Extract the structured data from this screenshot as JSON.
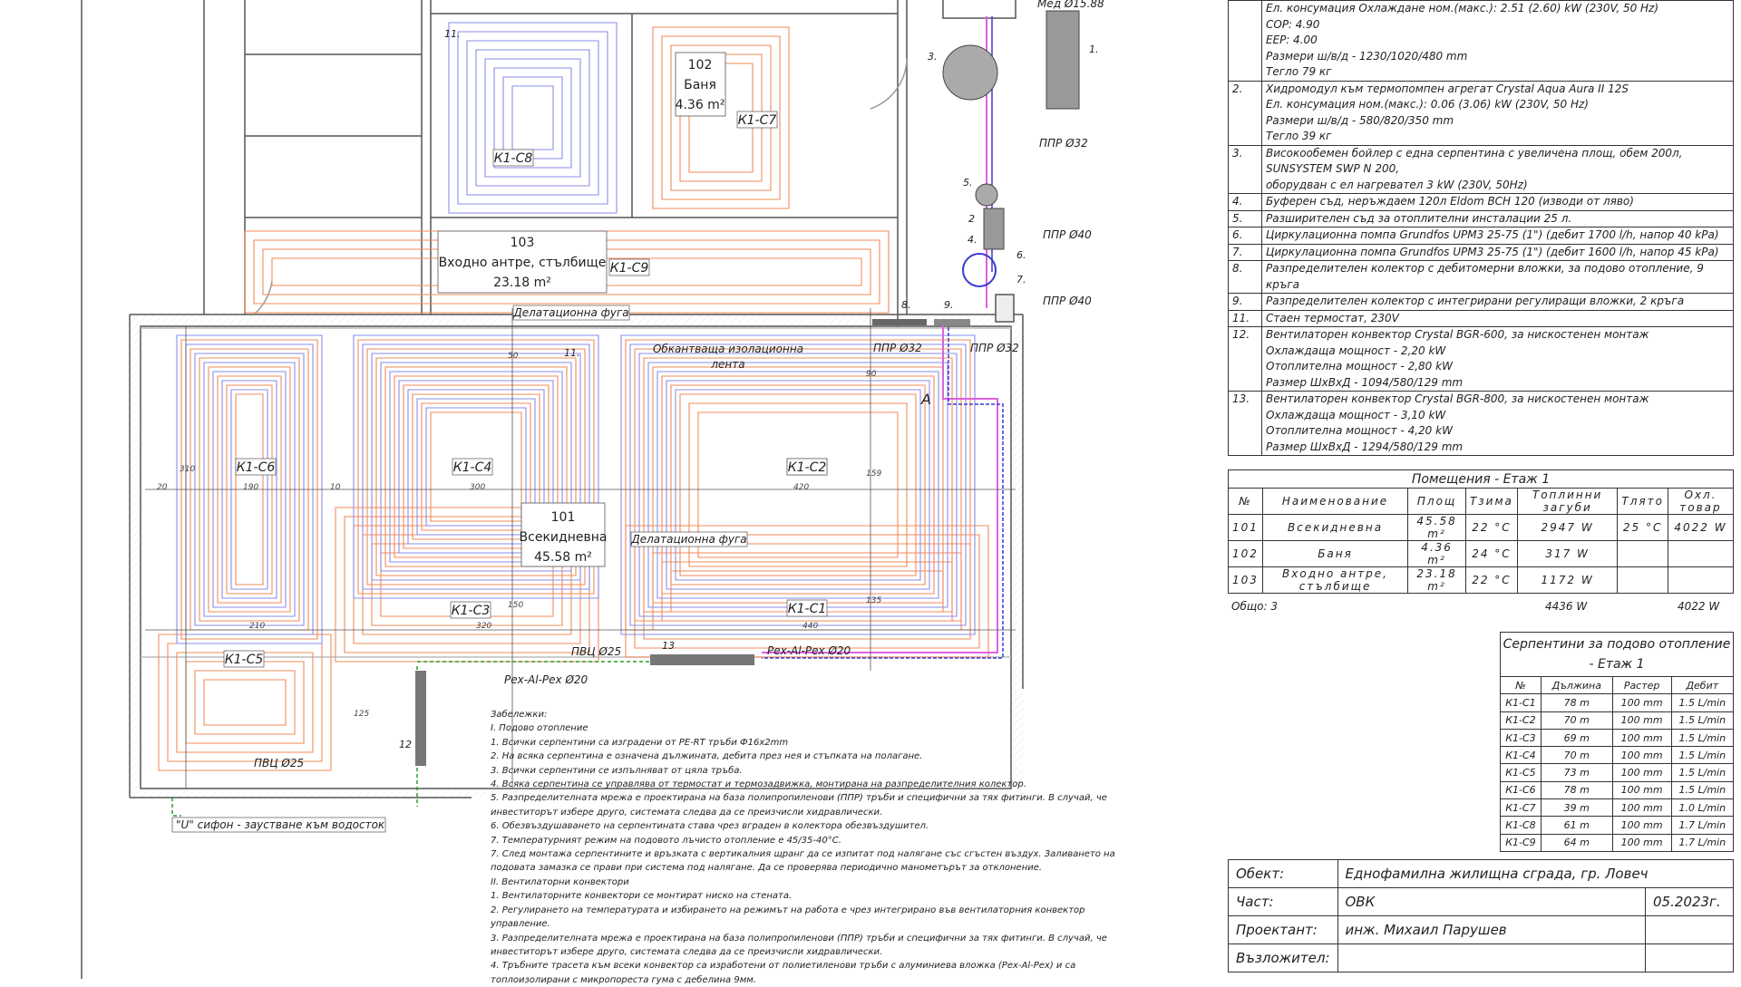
{
  "plan": {
    "rooms": [
      {
        "number": "101",
        "name": "Всекидневна",
        "area": "45.58 m²"
      },
      {
        "number": "102",
        "name": "Баня",
        "area": "4.36 m²"
      },
      {
        "number": "103",
        "name": "Входно антре, стълбище",
        "area": "23.18 m²"
      }
    ],
    "circuits": [
      "К1-С1",
      "К1-С2",
      "К1-С3",
      "К1-С4",
      "К1-С5",
      "К1-С6",
      "К1-С7",
      "К1-С8",
      "К1-С9"
    ],
    "labels": {
      "expansion_joint": "Делатационна фуга",
      "edge_insulation_1": "Обкантваща изолационна",
      "edge_insulation_2": "лента",
      "pex20": "Pex-Al-Pex Ø20",
      "pvc25": "ПВЦ Ø25",
      "ppr32": "ППР Ø32",
      "ppr40": "ППР Ø40",
      "copper": "Мед Ø15.88",
      "siphon": "\"U\" сифон - заустване към водосток",
      "section": "А"
    },
    "dimensions": [
      "20",
      "190",
      "300",
      "420",
      "10",
      "310",
      "210",
      "320",
      "440",
      "150",
      "159",
      "135",
      "125",
      "50",
      "90"
    ],
    "equipment_tags": [
      "1.",
      "2",
      "3.",
      "4.",
      "5.",
      "6.",
      "7.",
      "8.",
      "9.",
      "11.",
      "12",
      "13"
    ]
  },
  "equipment": {
    "rows": [
      {
        "n": "",
        "lines": [
          "Ел. консумация Охлаждане ном.(макс.): 2.51 (2.60) kW (230V, 50 Hz)",
          "COP: 4.90",
          "EEP: 4.00",
          "Размери ш/в/д - 1230/1020/480 mm",
          "Тегло 79 кг"
        ]
      },
      {
        "n": "2.",
        "lines": [
          "Хидромодул към термопомпен агрегат Crystal Aqua Aura II 12S",
          "Ел. консумация ном.(макс.): 0.06 (3.06) kW (230V, 50 Hz)",
          "Размери ш/в/д - 580/820/350 mm",
          "Тегло 39 кг"
        ]
      },
      {
        "n": "3.",
        "lines": [
          "Високообемен бойлер с една серпентина с увеличена площ, обем 200л, SUNSYSTEM SWP N 200,",
          "оборудван с ел нагревател 3 kW (230V, 50Hz)"
        ]
      },
      {
        "n": "4.",
        "lines": [
          "Буферен съд, неръждаем 120л Eldom BCH 120 (изводи от ляво)"
        ]
      },
      {
        "n": "5.",
        "lines": [
          "Разширителен съд за отоплителни инсталации 25 л."
        ]
      },
      {
        "n": "6.",
        "lines": [
          "Циркулационна помпа Grundfos UPM3 25-75 (1\") (дебит 1700 l/h, напор 40 kPa)"
        ]
      },
      {
        "n": "7.",
        "lines": [
          "Циркулационна помпа Grundfos UPM3 25-75 (1\") (дебит 1600 l/h, напор 45 kPa)"
        ]
      },
      {
        "n": "8.",
        "lines": [
          "Разпределителен колектор с дебитомерни вложки, за подово отопление, 9 кръга"
        ]
      },
      {
        "n": "9.",
        "lines": [
          "Разпределителен колектор с интегрирани регулиращи вложки, 2 кръга"
        ]
      },
      {
        "n": "11.",
        "lines": [
          "Стаен термостат, 230V"
        ]
      },
      {
        "n": "12.",
        "lines": [
          "Вентилаторен конвектор Crystal BGR-600, за нискостенен монтаж",
          "Охлаждаща мощност - 2,20 kW",
          "Отоплителна мощност - 2,80 kW",
          "Размер ШхВхД - 1094/580/129 mm"
        ]
      },
      {
        "n": "13.",
        "lines": [
          "Вентилаторен конвектор Crystal BGR-800, за нискостенен монтаж",
          "Охлаждаща мощност - 3,10 kW",
          "Отоплителна мощност - 4,20 kW",
          "Размер ШхВхД - 1294/580/129 mm"
        ]
      }
    ]
  },
  "rooms_table": {
    "title": "Помещения - Етаж 1",
    "headers": [
      "№",
      "Наименование",
      "Площ",
      "Тзима",
      "Топлинни загуби",
      "Тлято",
      "Охл. товар"
    ],
    "rows": [
      [
        "101",
        "Всекидневна",
        "45.58 m²",
        "22 °C",
        "2947 W",
        "25 °C",
        "4022 W"
      ],
      [
        "102",
        "Баня",
        "4.36 m²",
        "24 °C",
        "317 W",
        "",
        ""
      ],
      [
        "103",
        "Входно антре, стълбище",
        "23.18 m²",
        "22 °C",
        "1172 W",
        "",
        ""
      ]
    ],
    "total_label": "Общо: 3",
    "total_losses": "4436 W",
    "total_cooling": "4022 W"
  },
  "coils_table": {
    "title": "Серпентини за подово отопление - Етаж 1",
    "headers": [
      "№",
      "Дължина",
      "Растер",
      "Дебит"
    ],
    "rows": [
      [
        "К1-С1",
        "78 m",
        "100 mm",
        "1.5 L/min"
      ],
      [
        "К1-С2",
        "70 m",
        "100 mm",
        "1.5 L/min"
      ],
      [
        "К1-С3",
        "69 m",
        "100 mm",
        "1.5 L/min"
      ],
      [
        "К1-С4",
        "70 m",
        "100 mm",
        "1.5 L/min"
      ],
      [
        "К1-С5",
        "73 m",
        "100 mm",
        "1.5 L/min"
      ],
      [
        "К1-С6",
        "78 m",
        "100 mm",
        "1.5 L/min"
      ],
      [
        "К1-С7",
        "39 m",
        "100 mm",
        "1.0 L/min"
      ],
      [
        "К1-С8",
        "61 m",
        "100 mm",
        "1.7 L/min"
      ],
      [
        "К1-С9",
        "64 m",
        "100 mm",
        "1.7 L/min"
      ]
    ]
  },
  "title_block": {
    "object_label": "Обект:",
    "object_value": "Еднофамилна жилищна сграда, гр. Ловеч",
    "part_label": "Част:",
    "part_value": "ОВК",
    "date": "05.2023г.",
    "designer_label": "Проектант:",
    "designer_value": "инж. Михаил Парушев",
    "next_label": "Възложител:"
  },
  "notes": {
    "title": "Забележки:",
    "lines": [
      "I. Подово отопление",
      "1. Всички серпентини са изградени от PE-RT тръби Ф16х2mm",
      "2. На всяка серпентина е означена дължината, дебита през нея и стъпката на полагане.",
      "3. Всички серпентини се изпълняват от цяла тръба.",
      "4. Всяка серпентина се управлява от термостат и термозадвижка, монтирана на разпределителния колектор.",
      "5. Разпределителната мрежа е проектирана на база полипропиленови (ППР) тръби и специфични за тях фитинги. В случай, че инвеститорът избере друго, системата следва да се преизчисли хидравлически.",
      "6. Обезвъздушаването на серпентината става чрез вграден в колектора обезвъздушител.",
      "7. Температурният режим на подовото лъчисто отопление е 45/35-40°C.",
      "7. След монтажа серпентините и връзката с вертикалния щранг да се изпитат под налягане със сгъстен въздух. Заливането на подовата замазка се прави при система под налягане. Да се проверява периодично манометърът за отклонение.",
      "II. Вентилаторни конвектори",
      "1. Вентилаторните конвектори се монтират ниско на стената.",
      "2. Регулирането на температурата и избирането на режимът на работа е чрез интегрирано във вентилаторния конвектор управление.",
      "3. Разпределителната мрежа е проектирана на база полипропиленови (ППР) тръби и специфични за тях фитинги. В случай, че инвеститорът избере друго, системата следва да се преизчисли хидравлически.",
      "4. Тръбните трасета към всеки конвектор са изработени от полиетиленови тръби с алуминиева вложка (Pex-Al-Pex) и са топлоизолирани с микропореста гума с дебелина 9мм."
    ]
  }
}
